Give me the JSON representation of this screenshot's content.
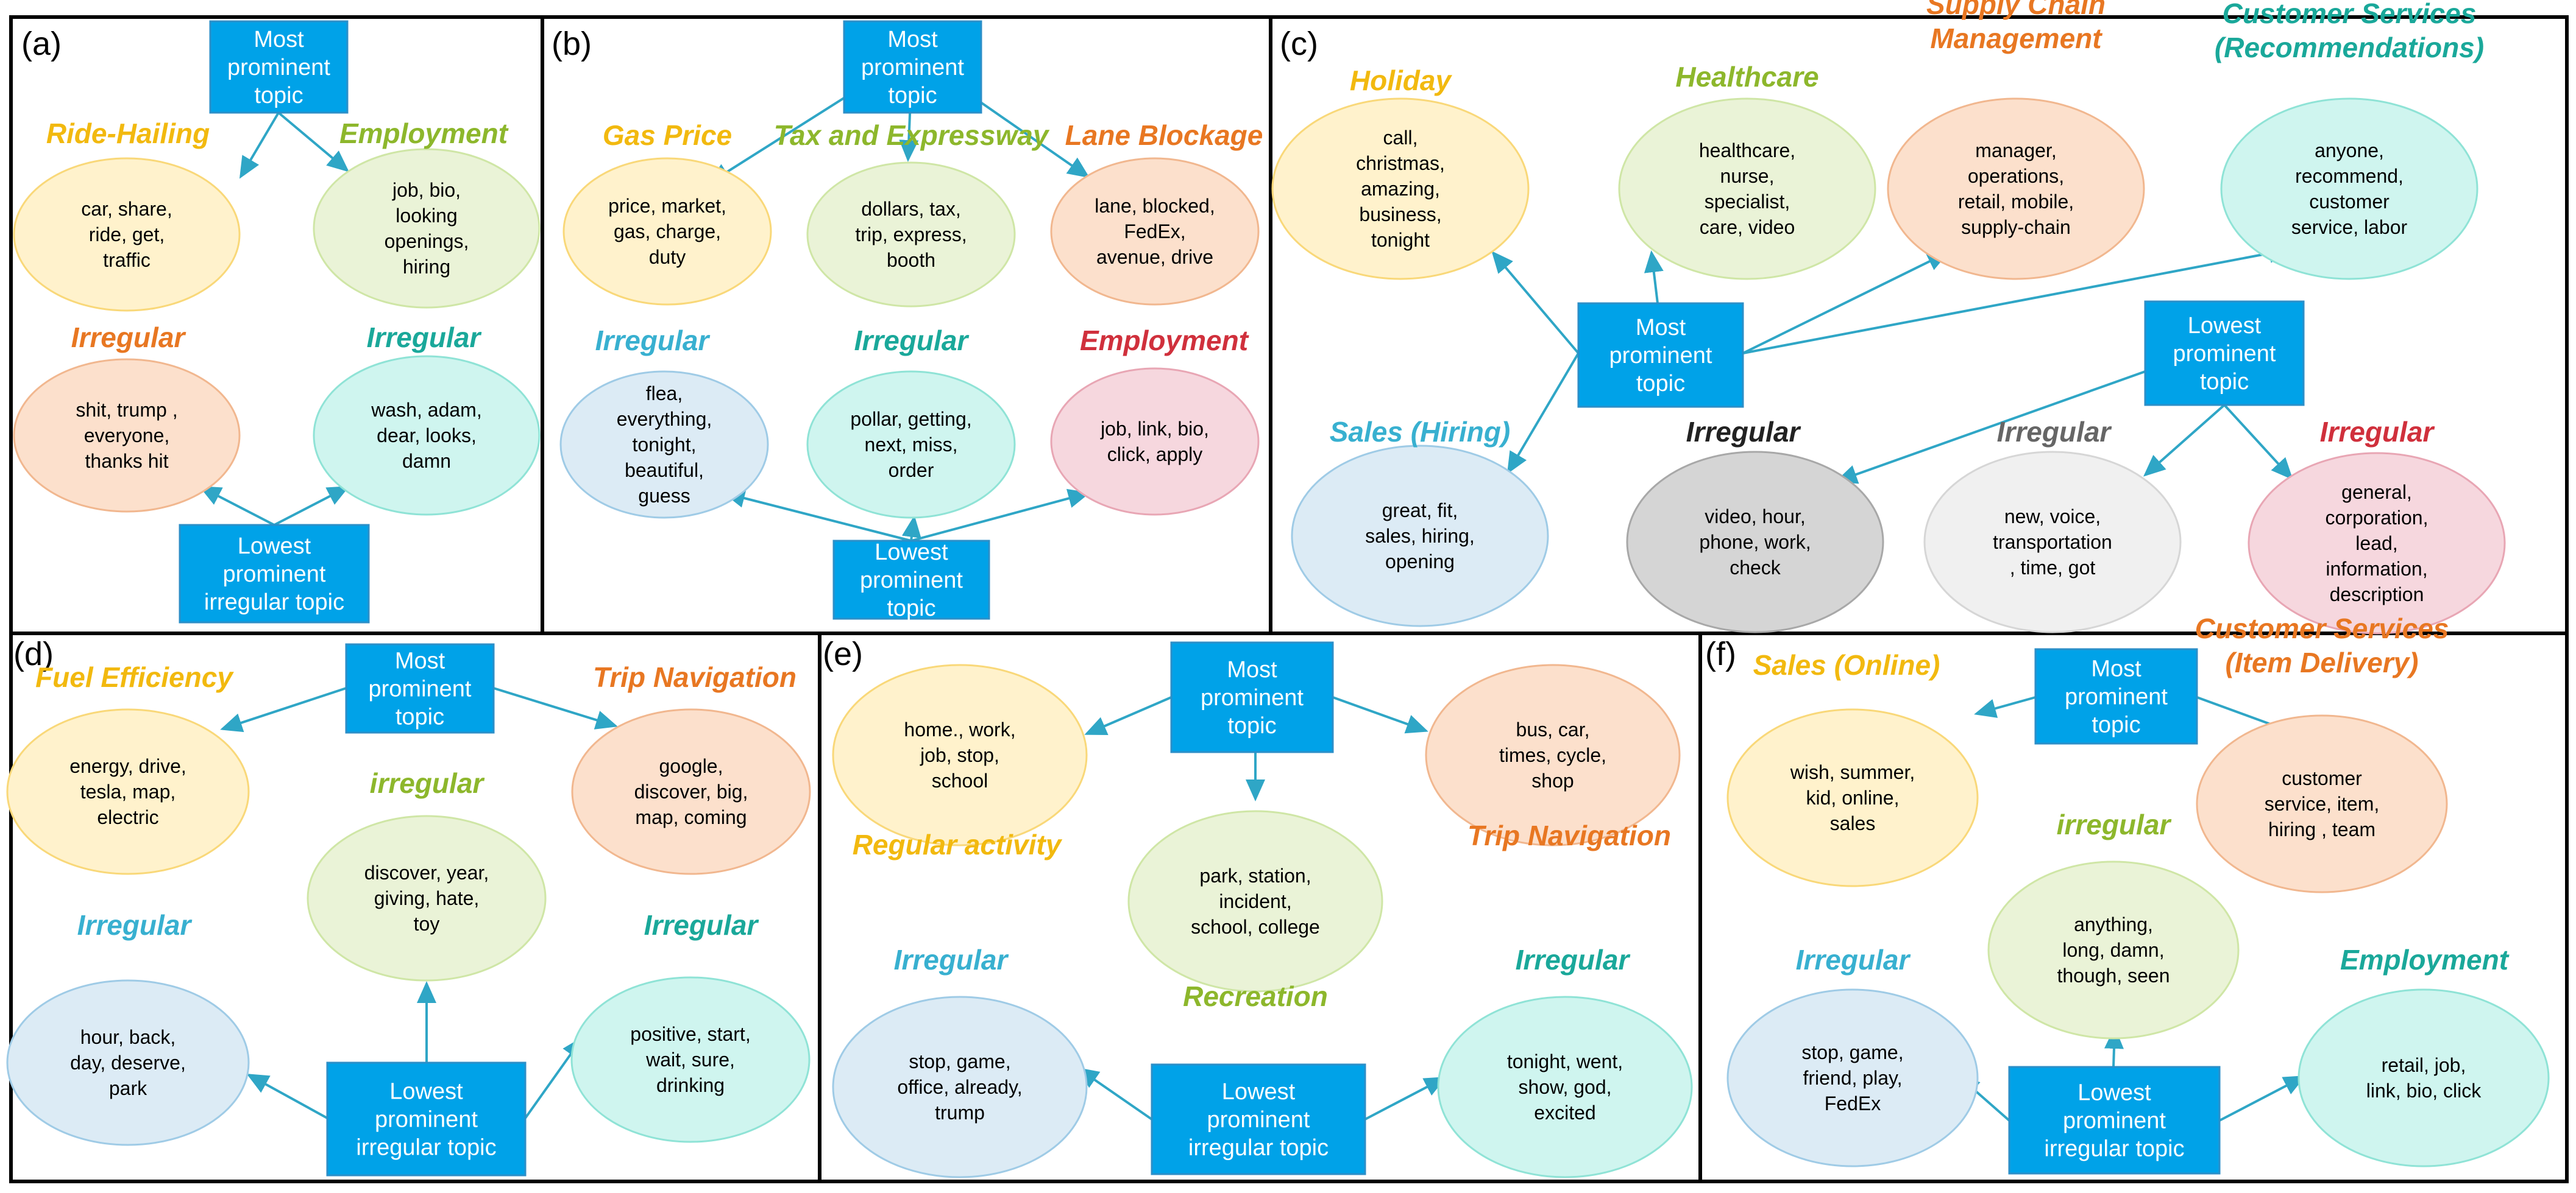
{
  "colors": {
    "yellow_text": "#F2B90F",
    "green_text": "#8DB72C",
    "orange_text": "#E87722",
    "teal_text": "#1AA89A",
    "cyan_text": "#38B0D0",
    "red_text": "#D0303C",
    "dark_text": "#222222",
    "gray_text": "#666666",
    "box_fill": "#00A2E8",
    "arrow": "#2FA6C6",
    "fills": {
      "yellow": "#FFF2CC",
      "green": "#EAF3D7",
      "orange": "#FCE0CC",
      "teal": "#CFF5EF",
      "blue": "#DCEBF5",
      "red": "#F6D7DE",
      "darkgray": "#D5D5D5",
      "lightgray": "#F0F0F0"
    },
    "strokes": {
      "yellow": "#F9D879",
      "green": "#CFE6A6",
      "orange": "#F1B78F",
      "teal": "#8FE3D6",
      "blue": "#9FCBE6",
      "red": "#E8A6B4",
      "darkgray": "#A8A8A8",
      "lightgray": "#D6D6D6"
    }
  },
  "panels": [
    {
      "label": "(a)",
      "boxes": [
        {
          "id": "top",
          "lines": [
            "Most",
            "prominent",
            "topic"
          ]
        },
        {
          "id": "low",
          "lines": [
            "Lowest",
            "prominent",
            "irregular topic"
          ]
        }
      ],
      "topics": [
        {
          "title": "Ride-Hailing",
          "color": "yellow",
          "words": [
            "car, share,",
            "ride, get,",
            "traffic"
          ]
        },
        {
          "title": "Employment",
          "color": "green",
          "words": [
            "job, bio,",
            "looking",
            "openings,",
            "hiring"
          ]
        },
        {
          "title": "Irregular",
          "color": "orange",
          "words": [
            "shit, trump ,",
            "everyone,",
            "thanks hit"
          ]
        },
        {
          "title": "Irregular",
          "color": "teal",
          "words": [
            "wash, adam,",
            "dear, looks,",
            "damn"
          ]
        }
      ]
    },
    {
      "label": "(b)",
      "boxes": [
        {
          "id": "top",
          "lines": [
            "Most",
            "prominent",
            "topic"
          ]
        },
        {
          "id": "low",
          "lines": [
            "Lowest",
            "prominent",
            "topic"
          ]
        }
      ],
      "topics": [
        {
          "title": "Gas Price",
          "color": "yellow",
          "words": [
            "price, market,",
            "gas, charge,",
            "duty"
          ]
        },
        {
          "title": "Tax and Expressway",
          "color": "green",
          "words": [
            "dollars, tax,",
            "trip, express,",
            "booth"
          ]
        },
        {
          "title": "Lane Blockage",
          "color": "orange",
          "words": [
            "lane, blocked,",
            "FedEx,",
            "avenue, drive"
          ]
        },
        {
          "title": "Irregular",
          "color": "blue",
          "words": [
            "flea,",
            "everything,",
            "tonight,",
            "beautiful,",
            "guess"
          ]
        },
        {
          "title": "Irregular",
          "color": "teal",
          "words": [
            "pollar, getting,",
            "next, miss,",
            "order"
          ]
        },
        {
          "title": "Employment",
          "color": "red",
          "words": [
            "job, link, bio,",
            "click, apply"
          ]
        }
      ]
    },
    {
      "label": "(c)",
      "boxes": [
        {
          "id": "top",
          "lines": [
            "Most",
            "prominent",
            "topic"
          ]
        },
        {
          "id": "low",
          "lines": [
            "Lowest",
            "prominent",
            "topic"
          ]
        }
      ],
      "topics": [
        {
          "title": "Holiday",
          "color": "yellow",
          "words": [
            "call,",
            "christmas,",
            "amazing,",
            "business,",
            "tonight"
          ]
        },
        {
          "title": "Healthcare",
          "color": "green",
          "words": [
            "healthcare,",
            "nurse,",
            "specialist,",
            "care, video"
          ]
        },
        {
          "title": "Supply Chain|Management",
          "color": "orange",
          "words": [
            "manager,",
            "operations,",
            "retail, mobile,",
            "supply-chain"
          ]
        },
        {
          "title": "Customer Services|(Recommendations)",
          "color": "teal",
          "words": [
            "anyone,",
            "recommend,",
            "customer",
            "service, labor"
          ]
        },
        {
          "title": "Sales (Hiring)",
          "color": "blue",
          "words": [
            "great, fit,",
            "sales, hiring,",
            "opening"
          ]
        },
        {
          "title": "Irregular",
          "color": "darkgray",
          "words": [
            "video, hour,",
            "phone, work,",
            "check"
          ]
        },
        {
          "title": "Irregular",
          "color": "lightgray",
          "words": [
            "new, voice,",
            "transportation",
            ", time, got"
          ]
        },
        {
          "title": "Irregular",
          "color": "red",
          "words": [
            "general,",
            "corporation,",
            "lead,",
            "information,",
            "description"
          ]
        }
      ]
    },
    {
      "label": "(d)",
      "boxes": [
        {
          "id": "top",
          "lines": [
            "Most",
            "prominent",
            "topic"
          ]
        },
        {
          "id": "low",
          "lines": [
            "Lowest",
            "prominent",
            "irregular topic"
          ]
        }
      ],
      "topics": [
        {
          "title": "Fuel Efficiency",
          "color": "yellow",
          "words": [
            "energy, drive,",
            "tesla, map,",
            "electric"
          ]
        },
        {
          "title": "Trip Navigation",
          "color": "orange",
          "words": [
            "google,",
            "discover, big,",
            "map, coming"
          ]
        },
        {
          "title": "irregular",
          "color": "green",
          "words": [
            "discover, year,",
            "giving, hate,",
            "toy"
          ]
        },
        {
          "title": "Irregular",
          "color": "blue",
          "words": [
            "hour, back,",
            "day, deserve,",
            "park"
          ]
        },
        {
          "title": "Irregular",
          "color": "teal",
          "words": [
            "positive, start,",
            "wait, sure,",
            "drinking"
          ]
        }
      ]
    },
    {
      "label": "(e)",
      "boxes": [
        {
          "id": "top",
          "lines": [
            "Most",
            "prominent",
            "topic"
          ]
        },
        {
          "id": "low",
          "lines": [
            "Lowest",
            "prominent",
            "irregular topic"
          ]
        }
      ],
      "topics": [
        {
          "title": "Regular activity",
          "color": "yellow",
          "words": [
            "home., work,",
            "job, stop,",
            "school"
          ]
        },
        {
          "title": "Trip Navigation",
          "color": "orange",
          "words": [
            "bus, car,",
            "times, cycle,",
            "shop"
          ]
        },
        {
          "title": "Recreation",
          "color": "green",
          "words": [
            "park, station,",
            "incident,",
            "school, college"
          ]
        },
        {
          "title": "Irregular",
          "color": "blue",
          "words": [
            "stop, game,",
            "office, already,",
            "trump"
          ]
        },
        {
          "title": "Irregular",
          "color": "teal",
          "words": [
            "tonight, went,",
            "show, god,",
            "excited"
          ]
        }
      ]
    },
    {
      "label": "(f)",
      "boxes": [
        {
          "id": "top",
          "lines": [
            "Most",
            "prominent",
            "topic"
          ]
        },
        {
          "id": "low",
          "lines": [
            "Lowest",
            "prominent",
            "irregular topic"
          ]
        }
      ],
      "topics": [
        {
          "title": "Sales (Online)",
          "color": "yellow",
          "words": [
            "wish, summer,",
            "kid, online,",
            "sales"
          ]
        },
        {
          "title": "Customer Services|(Item Delivery)",
          "color": "orange",
          "words": [
            "customer",
            "service, item,",
            "hiring , team"
          ]
        },
        {
          "title": "irregular",
          "color": "green",
          "words": [
            "anything,",
            "long, damn,",
            "though, seen"
          ]
        },
        {
          "title": "Irregular",
          "color": "blue",
          "words": [
            "stop, game,",
            "friend, play,",
            "FedEx"
          ]
        },
        {
          "title": "Employment",
          "color": "teal",
          "words": [
            "retail, job,",
            "link, bio, click"
          ]
        }
      ]
    }
  ]
}
